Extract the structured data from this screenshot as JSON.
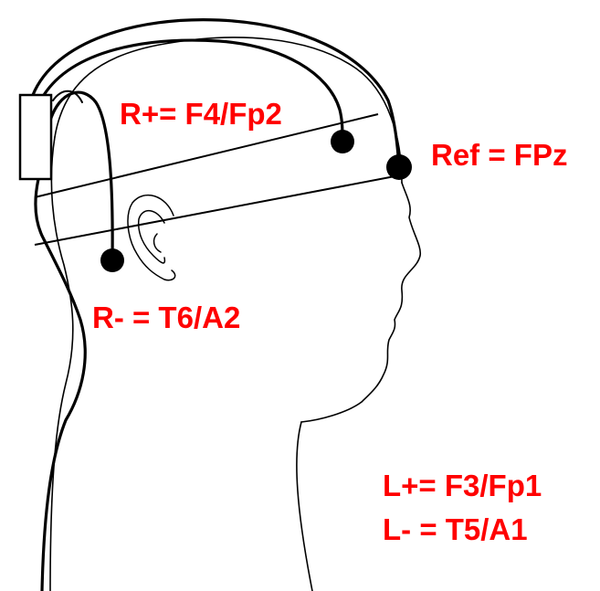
{
  "labels": {
    "right_positive": "R+= F4/Fp2",
    "reference": "Ref = FPz",
    "right_negative": "R- = T6/A2",
    "left_positive": "L+= F3/Fp1",
    "left_negative": "L- = T5/A1"
  },
  "colors": {
    "label": "#ff0000",
    "line": "#000000",
    "electrode": "#000000",
    "recorder_fill": "#ffffff",
    "background": "#ffffff"
  },
  "icons": {
    "head": "head-profile-icon",
    "recorder": "recorder-box-icon",
    "electrode": "electrode-dot-icon"
  }
}
